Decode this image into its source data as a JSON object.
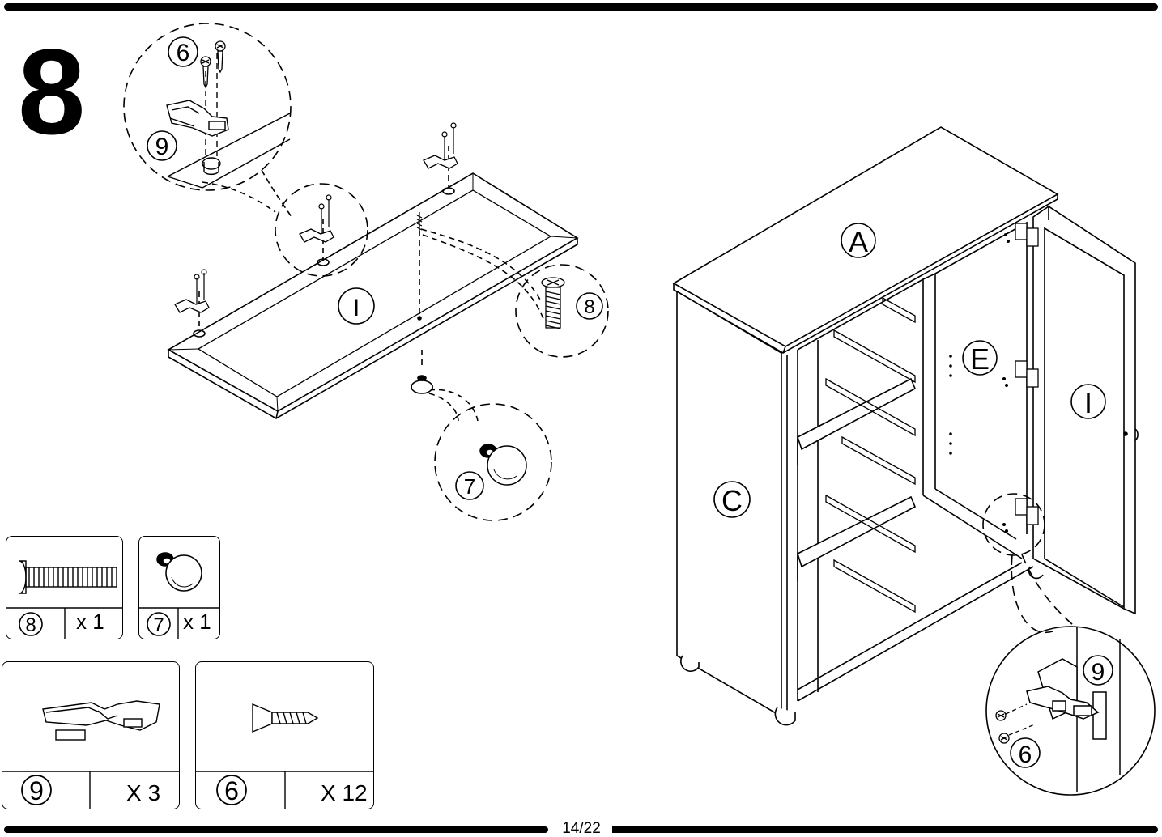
{
  "step": {
    "number": "8"
  },
  "footer": {
    "page": "14/22"
  },
  "labels": {
    "top_panel": "A",
    "side_panel": "C",
    "shelf_panel": "E",
    "door_panel": "I",
    "screw_6": "6",
    "knob_7": "7",
    "bolt_8": "8",
    "hinge_9": "9"
  },
  "parts": [
    {
      "id": "8",
      "qty": "x 1"
    },
    {
      "id": "7",
      "qty": "x 1"
    },
    {
      "id": "9",
      "qty": "X 3"
    },
    {
      "id": "6",
      "qty": "X 12"
    }
  ]
}
